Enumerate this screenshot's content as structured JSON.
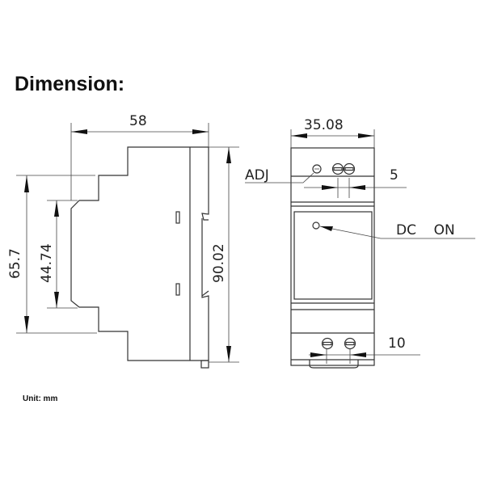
{
  "title": "Dimension:",
  "unit_note": "Unit: mm",
  "side_view": {
    "width_label": "58",
    "rail_outer_label": "65.7",
    "rail_inner_label": "44.74",
    "height_label": "90.02"
  },
  "front_view": {
    "width_label": "35.08",
    "adj_label": "ADJ",
    "top_pitch_label": "5",
    "led_label": "DC    ON",
    "bottom_pitch_label": "10"
  }
}
